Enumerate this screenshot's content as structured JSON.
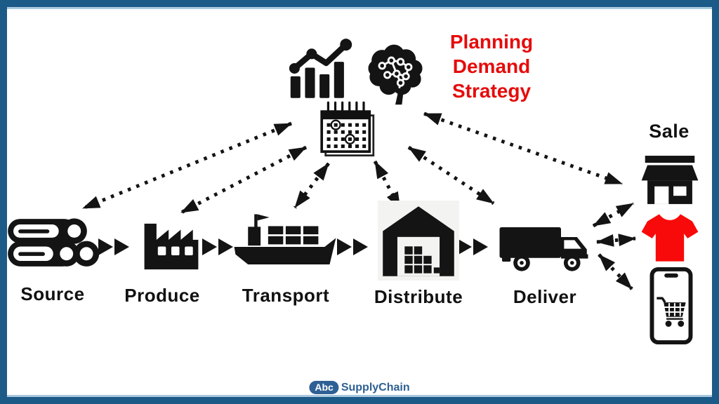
{
  "colors": {
    "border": "#1c5a88",
    "border_accent": "#a9c9de",
    "background": "#ffffff",
    "icon_black": "#141414",
    "planning_text": "#e60b0b",
    "tshirt_red": "#f90a0a",
    "logo_blue": "#2e6094",
    "warehouse_bg": "#f3f3f1"
  },
  "planning": {
    "lines": [
      "Planning",
      "Demand",
      "Strategy"
    ],
    "hub_icons": [
      "bar-line-chart-icon",
      "ai-brain-icon",
      "calendar-icon"
    ]
  },
  "stages": [
    {
      "id": "source",
      "label": "Source",
      "icon": "logs-icon"
    },
    {
      "id": "produce",
      "label": "Produce",
      "icon": "factory-icon"
    },
    {
      "id": "transport",
      "label": "Transport",
      "icon": "cargo-ship-icon"
    },
    {
      "id": "distribute",
      "label": "Distribute",
      "icon": "warehouse-icon"
    },
    {
      "id": "deliver",
      "label": "Deliver",
      "icon": "truck-icon"
    }
  ],
  "sale": {
    "label": "Sale",
    "icons": [
      "storefront-icon",
      "tshirt-icon",
      "phone-shopping-icon"
    ]
  },
  "connections": [
    {
      "from": "planning-hub",
      "to": "source",
      "style": "dotted-bidirectional"
    },
    {
      "from": "planning-hub",
      "to": "produce",
      "style": "dotted-bidirectional"
    },
    {
      "from": "planning-hub",
      "to": "transport",
      "style": "dotted-bidirectional"
    },
    {
      "from": "planning-hub",
      "to": "distribute",
      "style": "dotted-bidirectional"
    },
    {
      "from": "planning-hub",
      "to": "deliver",
      "style": "dotted-bidirectional"
    },
    {
      "from": "planning-hub",
      "to": "sale",
      "style": "dotted-bidirectional"
    },
    {
      "from": "deliver",
      "to": "storefront",
      "style": "dotted-bidirectional"
    },
    {
      "from": "deliver",
      "to": "tshirt",
      "style": "dotted-bidirectional"
    },
    {
      "from": "deliver",
      "to": "phone-shopping",
      "style": "dotted-bidirectional"
    },
    {
      "from": "source",
      "to": "produce",
      "style": "solid-chevron"
    },
    {
      "from": "produce",
      "to": "transport",
      "style": "solid-chevron"
    },
    {
      "from": "transport",
      "to": "distribute",
      "style": "solid-chevron"
    },
    {
      "from": "distribute",
      "to": "deliver",
      "style": "solid-chevron"
    }
  ],
  "logo": {
    "badge": "Abc",
    "name": "SupplyChain"
  }
}
